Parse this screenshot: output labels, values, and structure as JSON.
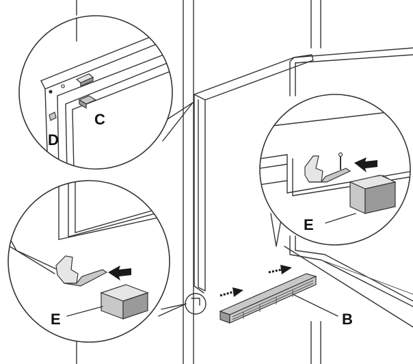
{
  "callouts": {
    "C": "C",
    "D": "D",
    "E_top": "E",
    "E_bottom": "E",
    "B": "B"
  },
  "colors": {
    "line": "#333333",
    "part_gray": "#c8c8c8",
    "part_dark": "#9a9a9a",
    "arrow": "#1a1a1a"
  }
}
